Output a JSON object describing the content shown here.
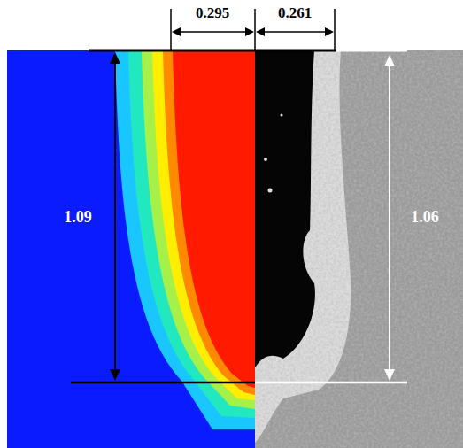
{
  "diagram": {
    "labels": [
      "0.295",
      "0.261",
      "1.09",
      "1.06"
    ]
  }
}
